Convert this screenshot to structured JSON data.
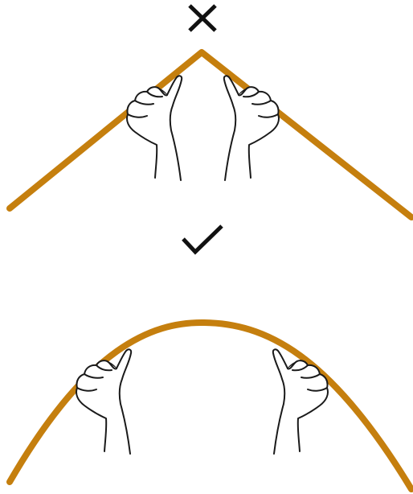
{
  "panels": [
    {
      "verdict": "incorrect",
      "mark_icon": "cross-icon",
      "band_shape": "sharp-peak",
      "hands": 2
    },
    {
      "verdict": "correct",
      "mark_icon": "check-icon",
      "band_shape": "smooth-arch",
      "hands": 2
    }
  ],
  "colors": {
    "band": "#c57f0e",
    "outline": "#1a1a1a",
    "mark": "#111111",
    "background": "#ffffff"
  }
}
